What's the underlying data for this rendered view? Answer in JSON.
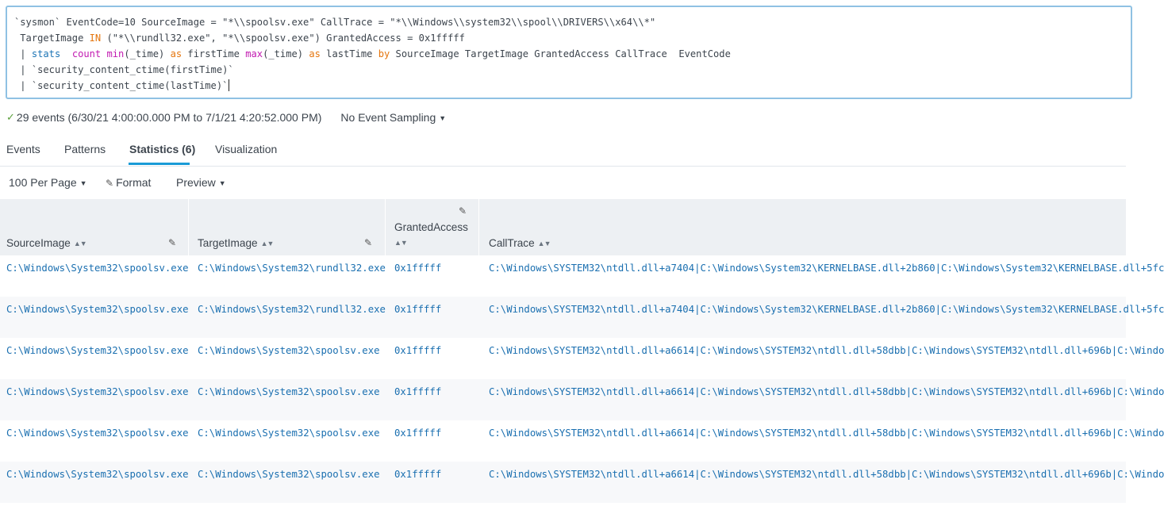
{
  "search": {
    "lines": [
      [
        {
          "t": "`sysmon` EventCode=10 SourceImage = \"*\\\\spoolsv.exe\" CallTrace = \"*\\\\Windows\\\\system32\\\\spool\\\\DRIVERS\\\\x64\\\\*\"",
          "c": ""
        }
      ],
      [
        {
          "t": " TargetImage ",
          "c": ""
        },
        {
          "t": "IN",
          "c": "kw-orange"
        },
        {
          "t": " (\"*\\\\rundll32.exe\", \"*\\\\spoolsv.exe\") GrantedAccess = 0x1fffff",
          "c": ""
        }
      ],
      [
        {
          "t": " | ",
          "c": ""
        },
        {
          "t": "stats",
          "c": "kw-blue"
        },
        {
          "t": "  ",
          "c": ""
        },
        {
          "t": "count",
          "c": "kw-pink"
        },
        {
          "t": " ",
          "c": ""
        },
        {
          "t": "min",
          "c": "kw-pink"
        },
        {
          "t": "(_time) ",
          "c": ""
        },
        {
          "t": "as",
          "c": "kw-orange"
        },
        {
          "t": " firstTime ",
          "c": ""
        },
        {
          "t": "max",
          "c": "kw-pink"
        },
        {
          "t": "(_time) ",
          "c": ""
        },
        {
          "t": "as",
          "c": "kw-orange"
        },
        {
          "t": " lastTime ",
          "c": ""
        },
        {
          "t": "by",
          "c": "kw-orange"
        },
        {
          "t": " SourceImage TargetImage GrantedAccess CallTrace  EventCode",
          "c": ""
        }
      ],
      [
        {
          "t": " | `security_content_ctime(firstTime)`",
          "c": ""
        }
      ],
      [
        {
          "t": " | `security_content_ctime(lastTime)`",
          "c": ""
        }
      ]
    ]
  },
  "status": {
    "events_text": "29 events (6/30/21 4:00:00.000 PM to 7/1/21 4:20:52.000 PM)",
    "sampling": "No Event Sampling"
  },
  "tabs": [
    "Events",
    "Patterns",
    "Statistics (6)",
    "Visualization"
  ],
  "toolbar": {
    "per_page": "100 Per Page",
    "format": "Format",
    "preview": "Preview"
  },
  "table": {
    "columns": [
      "SourceImage",
      "TargetImage",
      "GrantedAccess",
      "CallTrace"
    ],
    "rows": [
      [
        "C:\\Windows\\System32\\spoolsv.exe",
        "C:\\Windows\\System32\\rundll32.exe",
        "0x1fffff",
        "C:\\Windows\\SYSTEM32\\ntdll.dll+a7404|C:\\Windows\\System32\\KERNELBASE.dll+2b860|C:\\Windows\\System32\\KERNELBASE.dll+5fc"
      ],
      [
        "C:\\Windows\\System32\\spoolsv.exe",
        "C:\\Windows\\System32\\rundll32.exe",
        "0x1fffff",
        "C:\\Windows\\SYSTEM32\\ntdll.dll+a7404|C:\\Windows\\System32\\KERNELBASE.dll+2b860|C:\\Windows\\System32\\KERNELBASE.dll+5fc"
      ],
      [
        "C:\\Windows\\System32\\spoolsv.exe",
        "C:\\Windows\\System32\\spoolsv.exe",
        "0x1fffff",
        "C:\\Windows\\SYSTEM32\\ntdll.dll+a6614|C:\\Windows\\SYSTEM32\\ntdll.dll+58dbb|C:\\Windows\\SYSTEM32\\ntdll.dll+696b|C:\\Windo"
      ],
      [
        "C:\\Windows\\System32\\spoolsv.exe",
        "C:\\Windows\\System32\\spoolsv.exe",
        "0x1fffff",
        "C:\\Windows\\SYSTEM32\\ntdll.dll+a6614|C:\\Windows\\SYSTEM32\\ntdll.dll+58dbb|C:\\Windows\\SYSTEM32\\ntdll.dll+696b|C:\\Windo"
      ],
      [
        "C:\\Windows\\System32\\spoolsv.exe",
        "C:\\Windows\\System32\\spoolsv.exe",
        "0x1fffff",
        "C:\\Windows\\SYSTEM32\\ntdll.dll+a6614|C:\\Windows\\SYSTEM32\\ntdll.dll+58dbb|C:\\Windows\\SYSTEM32\\ntdll.dll+696b|C:\\Windo"
      ],
      [
        "C:\\Windows\\System32\\spoolsv.exe",
        "C:\\Windows\\System32\\spoolsv.exe",
        "0x1fffff",
        "C:\\Windows\\SYSTEM32\\ntdll.dll+a6614|C:\\Windows\\SYSTEM32\\ntdll.dll+58dbb|C:\\Windows\\SYSTEM32\\ntdll.dll+696b|C:\\Windo"
      ]
    ]
  },
  "colors": {
    "accent": "#1a9bd7",
    "link": "#1a6fb0",
    "header_bg": "#edf0f3",
    "search_border": "#8fc1e3",
    "success": "#5a9f3a"
  },
  "icons": [
    "check-icon",
    "caret-down-icon",
    "pencil-icon",
    "sort-icon"
  ]
}
